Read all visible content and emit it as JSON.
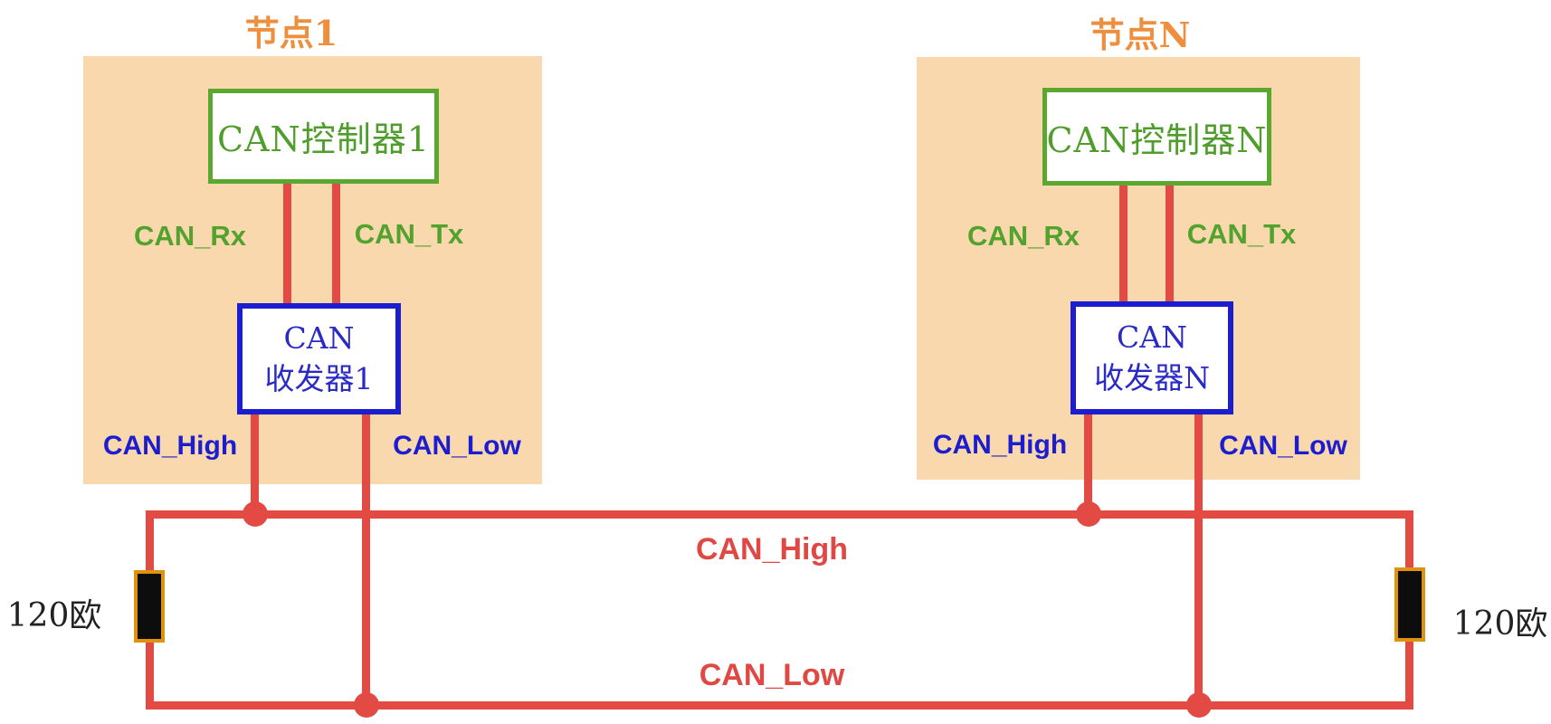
{
  "colors": {
    "node_fill": "#f8d8ac",
    "wire_red": "#e34a44",
    "controller_green": "#5aa82f",
    "signal_label_green": "#52a22e",
    "transceiver_blue": "#1d1dd0",
    "node_title_orange": "#ee8f40",
    "bus_label_red": "#e04843",
    "resistor_border_orange": "#e0920f",
    "resistor_fill_black": "#0d0d0d",
    "terminator_text_black": "#222222"
  },
  "nodes": [
    {
      "title": "节点1",
      "controller": "CAN控制器1",
      "rx": "CAN_Rx",
      "tx": "CAN_Tx",
      "transceiver_line1": "CAN",
      "transceiver_line2": "收发器1",
      "high": "CAN_High",
      "low": "CAN_Low"
    },
    {
      "title": "节点N",
      "controller": "CAN控制器N",
      "rx": "CAN_Rx",
      "tx": "CAN_Tx",
      "transceiver_line1": "CAN",
      "transceiver_line2": "收发器N",
      "high": "CAN_High",
      "low": "CAN_Low"
    }
  ],
  "bus": {
    "high": "CAN_High",
    "low": "CAN_Low",
    "terminator_left": "120欧",
    "terminator_right": "120欧"
  }
}
